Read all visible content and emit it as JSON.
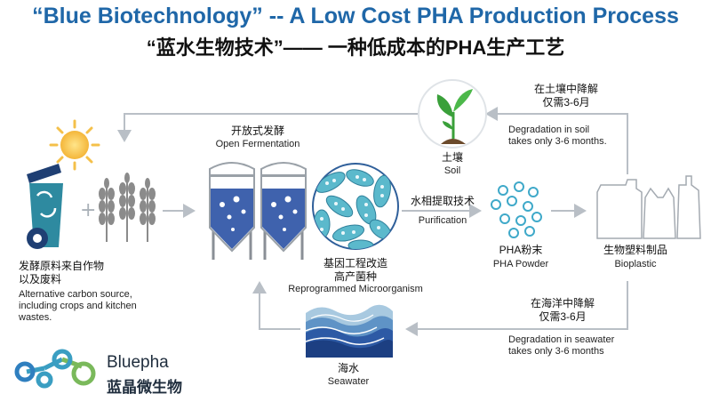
{
  "title": {
    "en": "“Blue Biotechnology” -- A Low Cost PHA Production Process",
    "zh": "“蓝水生物技术”—— 一种低成本的PHA生产工艺"
  },
  "feedstock": {
    "label_zh_1": "发酵原料来自作物",
    "label_zh_2": "以及废料",
    "label_en_1": "Alternative carbon source,",
    "label_en_2": "including crops and kitchen",
    "label_en_3": "wastes."
  },
  "fermentation": {
    "label_zh": "开放式发酵",
    "label_en": "Open Fermentation"
  },
  "microorganism": {
    "label_zh_1": "基因工程改造",
    "label_zh_2": "高产菌种",
    "label_en": "Reprogrammed Microorganism"
  },
  "purification": {
    "label_zh": "水相提取技术",
    "label_en": "Purification"
  },
  "powder": {
    "label_zh": "PHA粉末",
    "label_en": "PHA Powder"
  },
  "bioplastic": {
    "label_zh": "生物塑料制品",
    "label_en": "Bioplastic"
  },
  "soil": {
    "label_zh": "土壤",
    "label_en": "Soil"
  },
  "soil_degradation": {
    "zh_1": "在土壤中降解",
    "zh_2": "仅需3-6月",
    "en_1": "Degradation in soil",
    "en_2": "takes only 3-6 months."
  },
  "seawater": {
    "label_zh": "海水",
    "label_en": "Seawater"
  },
  "sea_degradation": {
    "zh_1": "在海洋中降解",
    "zh_2": "仅需3-6月",
    "en_1": "Degradation in seawater",
    "en_2": "takes only 3-6 months"
  },
  "brand": {
    "name_en": "Bluepha",
    "name_zh": "蓝晶微生物"
  },
  "colors": {
    "blue": "#1f67a8",
    "arrow": "#b9bfc6",
    "tank": "#3f62ad",
    "teal": "#5bb9cc",
    "leaf": "#3aa03a"
  }
}
